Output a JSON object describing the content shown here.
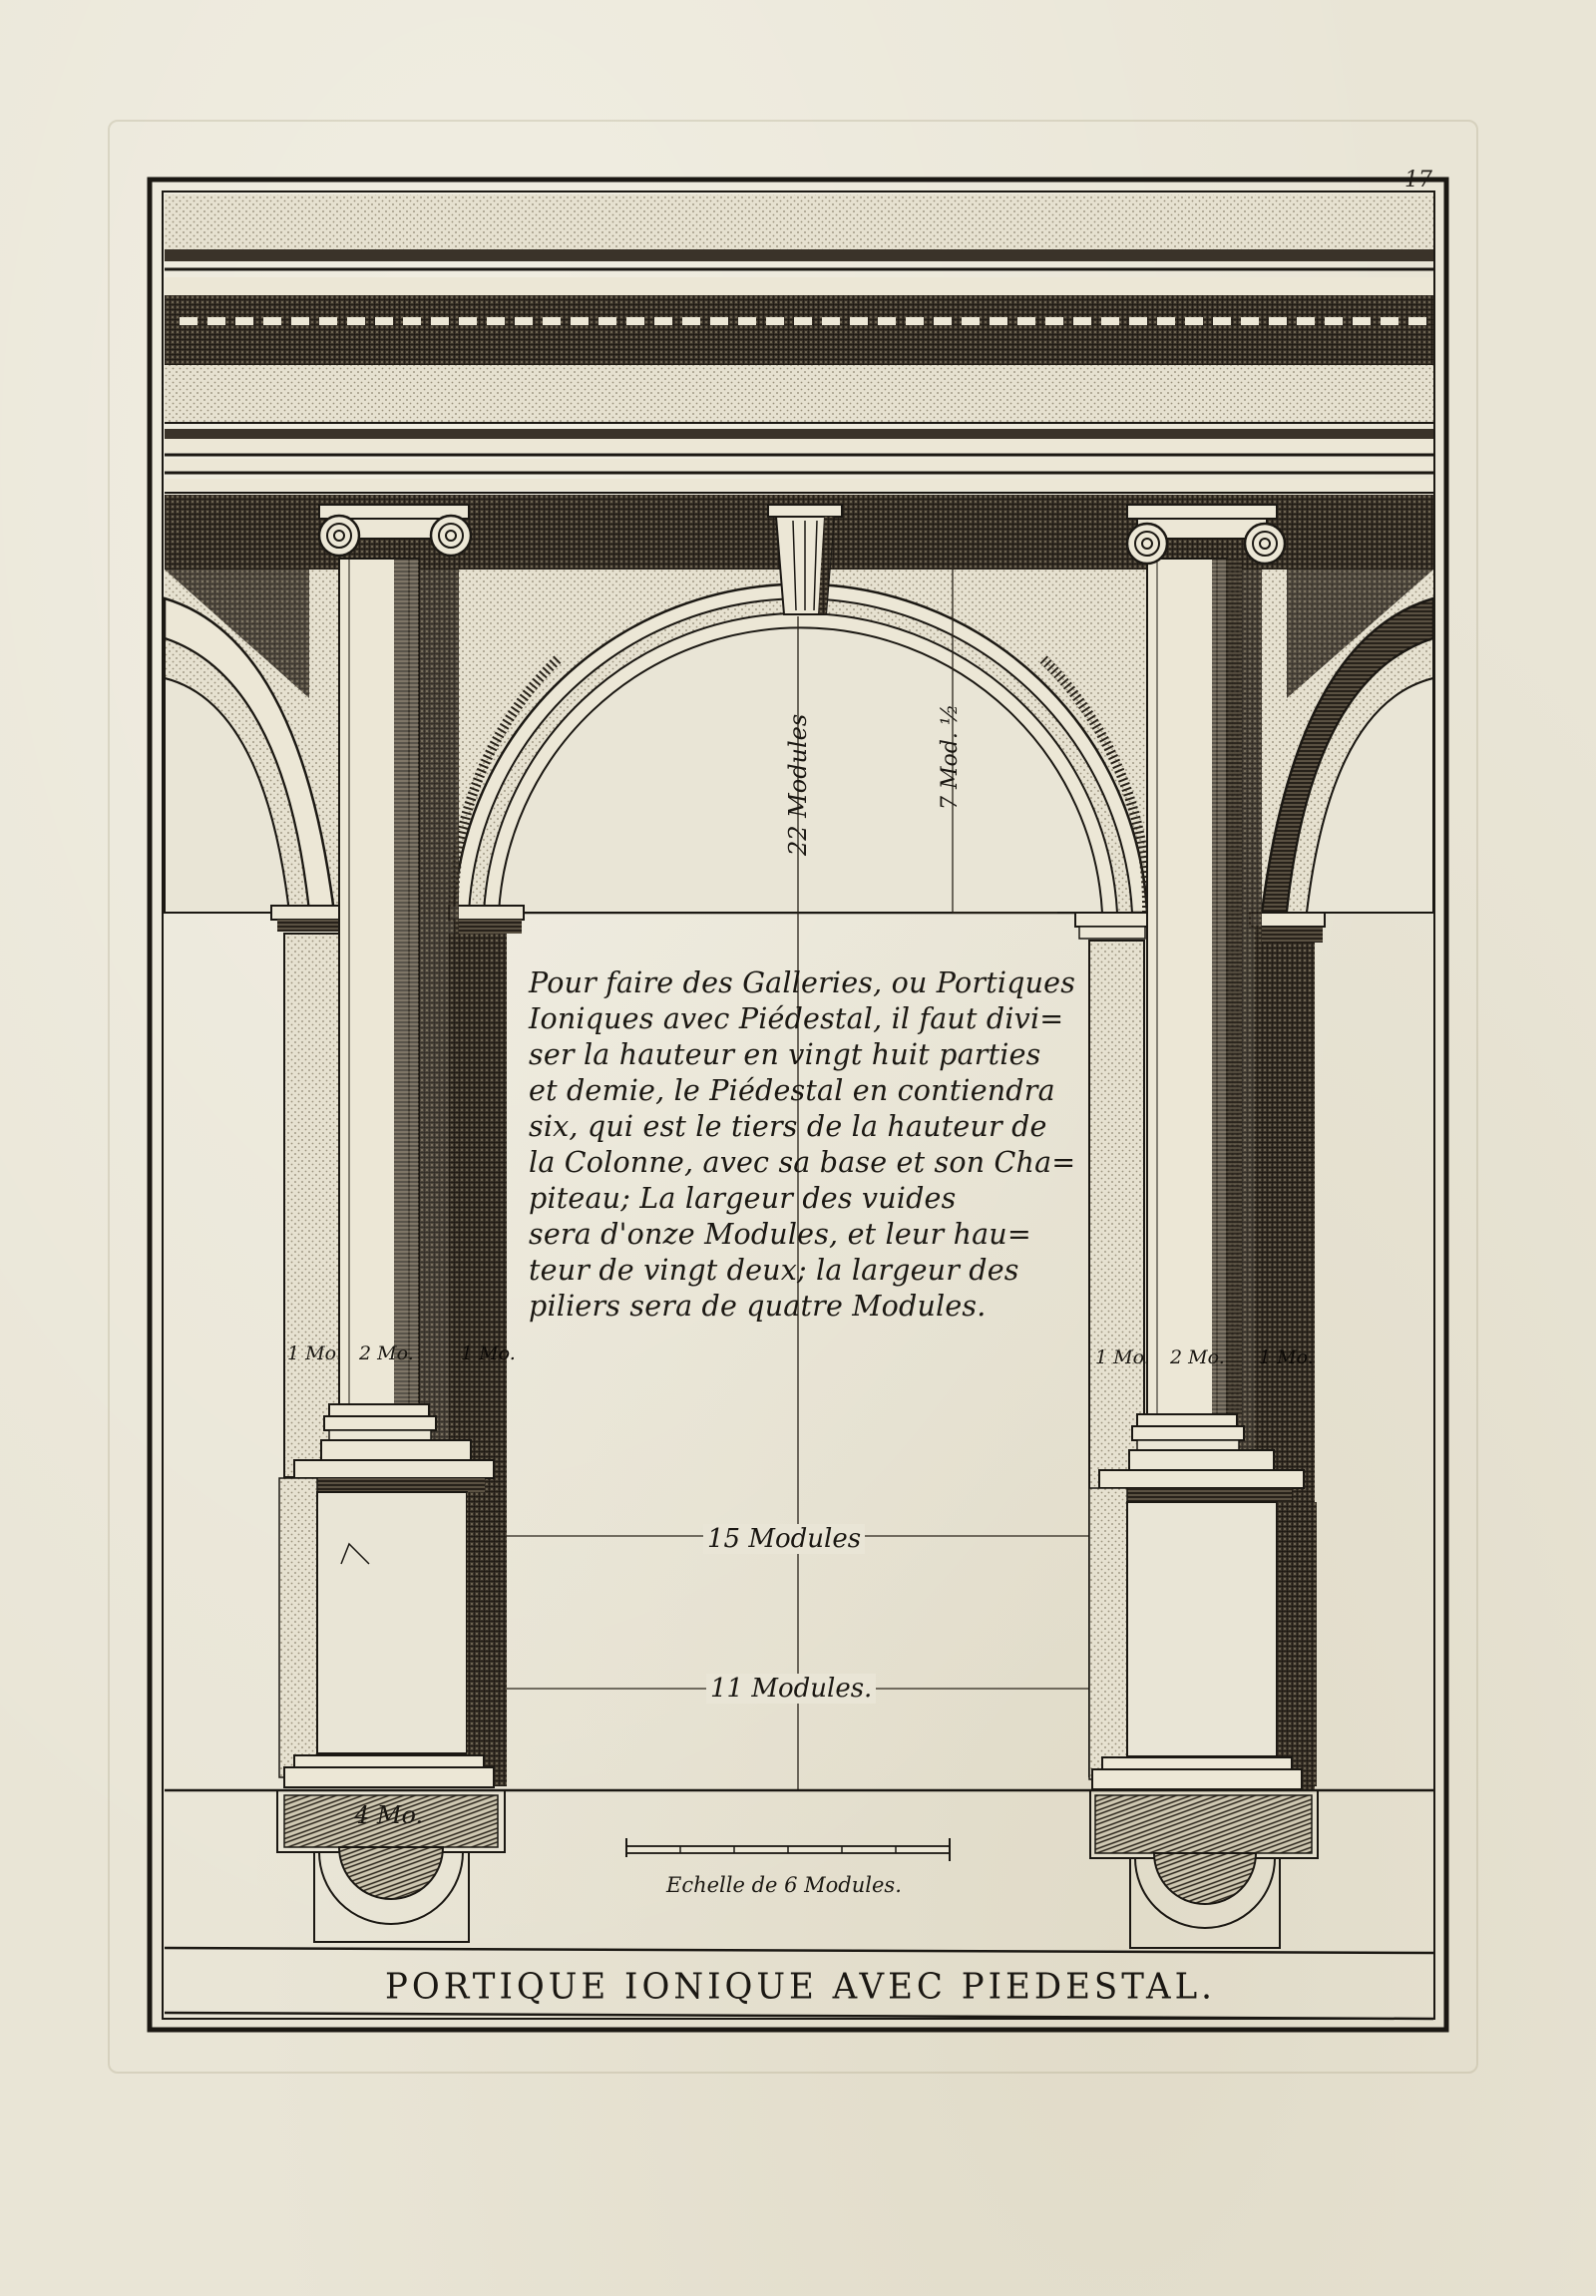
{
  "plate": {
    "page_number": "17",
    "title": "PORTIQUE IONIQUE AVEC PIEDESTAL.",
    "paper_color": "#e9e5d6",
    "ink_color": "#1b1813"
  },
  "description": {
    "lines": [
      "Pour faire des Galleries, ou Portiques",
      "Ioniques avec Piédestal, il faut divi=",
      "ser la hauteur en vingt huit parties",
      "et demie, le Piédestal en contiendra",
      "six, qui est le tiers de la hauteur de",
      "la Colonne, avec sa base et son Cha=",
      "piteau; La largeur des vuides",
      "sera d'onze Modules, et leur hau=",
      "teur de vingt deux; la largeur des",
      "piliers sera de quatre Modules."
    ]
  },
  "dimensions": {
    "arch_height": "22 Modules",
    "arch_rise": "7 Mod. ½",
    "pedestal_span": "15 Modules",
    "opening_width": "11 Modules.",
    "pier_width": "4 Mo.",
    "left_column_labels": [
      "1 Mo.",
      "2 Mo.",
      "1 Mo."
    ],
    "right_column_labels": [
      "1 Mo.",
      "2 Mo.",
      "1 Mo."
    ]
  },
  "scale_bar": {
    "label": "Echelle de 6 Modules.",
    "divisions": 6
  }
}
